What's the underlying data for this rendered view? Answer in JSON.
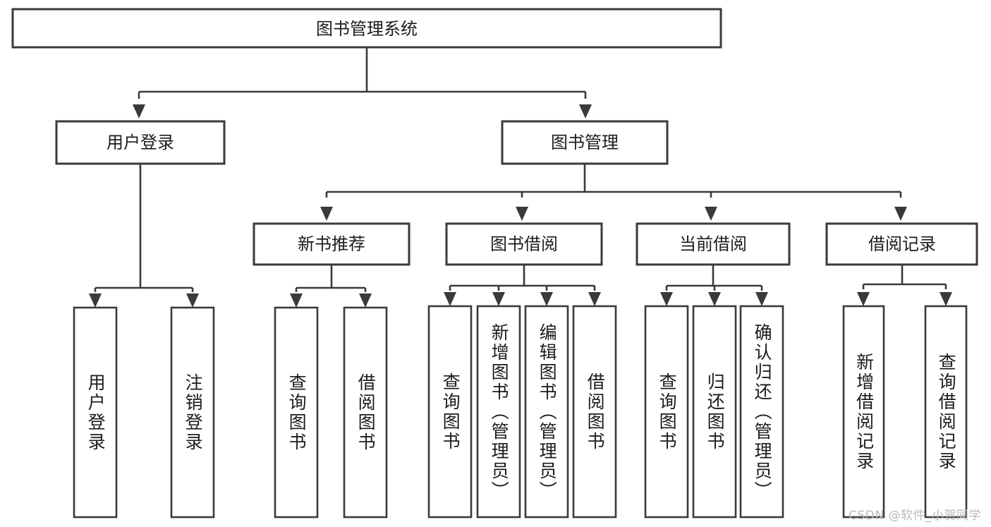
{
  "diagram": {
    "type": "tree-hierarchy",
    "title": "图书管理系统",
    "watermark": "CSDN @软件_小贺同学",
    "colors": {
      "stroke": "#3a3a3a",
      "fill": "#ffffff",
      "text": "#1c1c1c",
      "watermark": "#b9b9b9"
    },
    "levels": {
      "root_label": "图书管理系统",
      "level2": [
        {
          "label": "用户登录"
        },
        {
          "label": "图书管理"
        }
      ],
      "level3": [
        {
          "label": "新书推荐"
        },
        {
          "label": "图书借阅"
        },
        {
          "label": "当前借阅"
        },
        {
          "label": "借阅记录"
        }
      ]
    },
    "nodes": {
      "root": "图书管理系统",
      "user_login": "用户登录",
      "book_manage": "图书管理",
      "new_book_rec": "新书推荐",
      "book_borrow": "图书借阅",
      "current_borrow": "当前借阅",
      "borrow_record": "借阅记录"
    },
    "leaves": {
      "user_login": [
        {
          "label": "用户登录"
        },
        {
          "label": "注销登录"
        }
      ],
      "new_book_rec": [
        {
          "label": "查询图书"
        },
        {
          "label": "借阅图书"
        }
      ],
      "book_borrow": [
        {
          "label": "查询图书"
        },
        {
          "label": "新增图书（管理员）"
        },
        {
          "label": "编辑图书（管理员）"
        },
        {
          "label": "借阅图书"
        }
      ],
      "current_borrow": [
        {
          "label": "查询图书"
        },
        {
          "label": "归还图书"
        },
        {
          "label": "确认归还（管理员）"
        }
      ],
      "borrow_record": [
        {
          "label": "新增借阅记录"
        },
        {
          "label": "查询借阅记录"
        }
      ]
    }
  }
}
